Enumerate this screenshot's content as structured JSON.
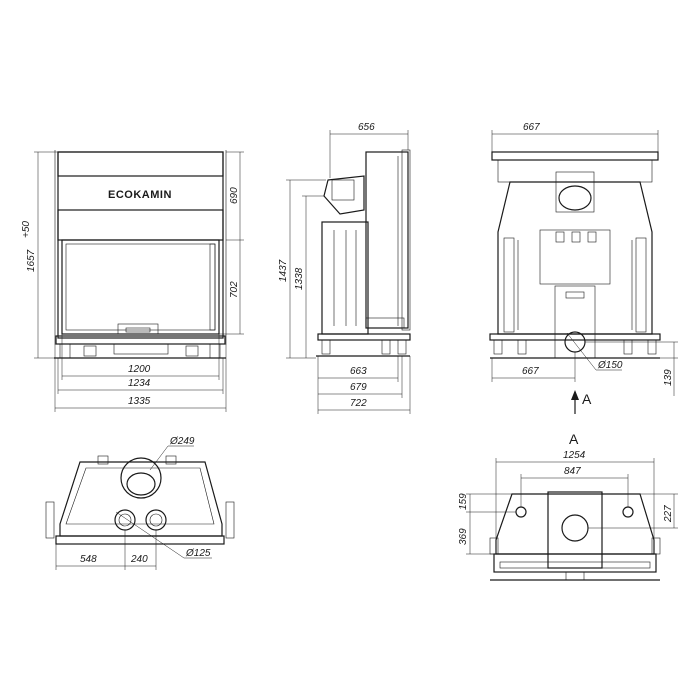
{
  "brand": "ECOKAMIN",
  "section_label": "A",
  "front_view": {
    "height_total": "1657",
    "height_tolerance": "+50",
    "height_upper": "690",
    "height_glass": "702",
    "width_glass": "1200",
    "width_frame": "1234",
    "width_total": "1335"
  },
  "side_view": {
    "depth_top": "656",
    "height_1437": "1437",
    "height_1338": "1338",
    "depth_663": "663",
    "depth_679": "679",
    "depth_722": "722"
  },
  "rear_view": {
    "width_top": "667",
    "width_bottom": "667",
    "outlet_diameter": "Ø150",
    "outlet_height": "139"
  },
  "top_view": {
    "flue_diameter": "Ø249",
    "air_inlet_diameter": "Ø125",
    "offset_548": "548",
    "spacing_240": "240"
  },
  "section_view": {
    "width_1254": "1254",
    "width_847": "847",
    "offset_159": "159",
    "offset_369": "369",
    "offset_227": "227"
  }
}
